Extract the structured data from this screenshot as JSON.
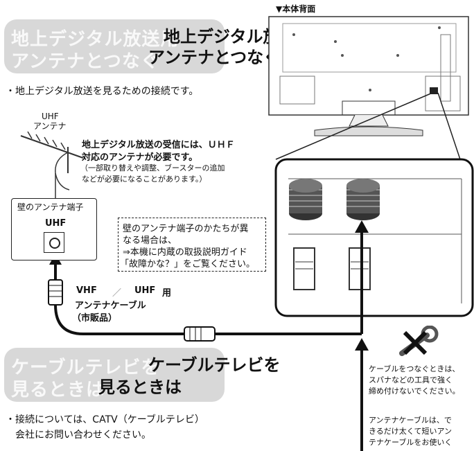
{
  "section1": {
    "ghost_line1": "地上デジタル放送用",
    "ghost_line2": "アンテナとつなぐ",
    "title_line1": "地上デジタル放送用",
    "title_line2": "アンテナとつなぐ",
    "bullet": "・地上デジタル放送を見るための接続です。"
  },
  "back_label": "▼本体背面",
  "antenna": {
    "label_line1": "UHF",
    "label_line2": "アンテナ",
    "note_bold_line1": "地上デジタル放送の受信には、ＵＨＦ",
    "note_bold_line2": "対応のアンテナが必要です。",
    "note_line1": "（一部取り替えや調整、ブースターの追加",
    "note_line2": "などが必要になることがあります。）"
  },
  "wall": {
    "title": "壁のアンテナ端子",
    "uhf": "UHF"
  },
  "wall_note": {
    "line1": "壁のアンテナ端子のかたちが異",
    "line2": "なる場合は、",
    "line3": "⇒本機に内蔵の取扱説明ガイド",
    "line4": "「故障かな？」をご覧ください。"
  },
  "cable_label": {
    "line1a": "VHF",
    "line1b": "／",
    "line1c": "UHF",
    "line1d": "用",
    "line2": "アンテナケーブル",
    "line3": "（市販品）"
  },
  "section2": {
    "ghost_line1": "ケーブルテレビを",
    "ghost_line2": "見るときは",
    "title_line1": "ケーブルテレビを",
    "title_line2": "見るときは",
    "bullet_line1": "・接続については、CATV（ケーブルテレビ）",
    "bullet_line2": "会社にお問い合わせください。"
  },
  "warning": {
    "line1": "ケーブルをつなぐときは、",
    "line2": "スパナなどの工具で強く",
    "line3": "締め付けないでください。"
  },
  "cable_tip": {
    "line1": "アンテナケーブルは、で",
    "line2": "きるだけ太くて短いアン",
    "line3": "テナケーブルをお使いく"
  }
}
